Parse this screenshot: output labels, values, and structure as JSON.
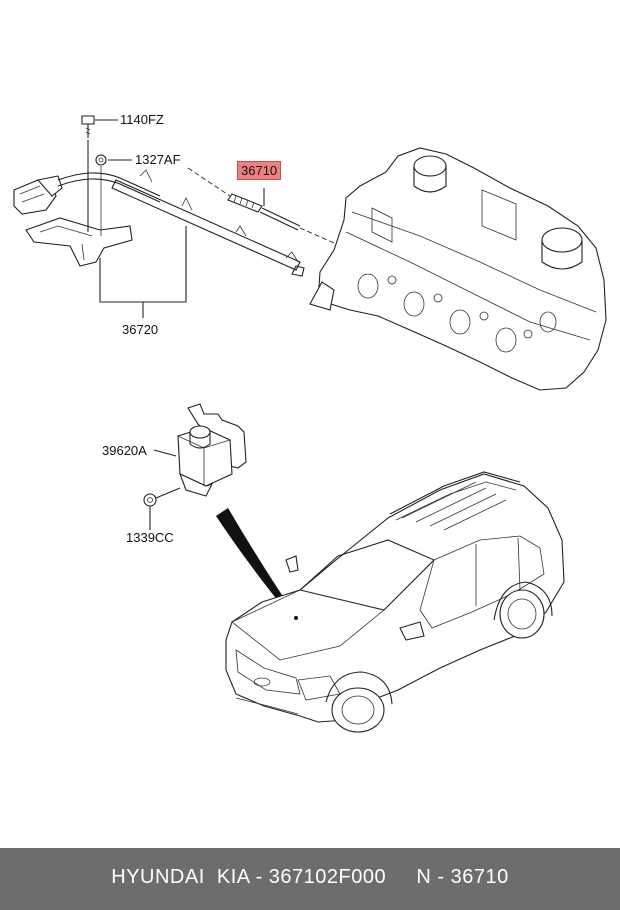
{
  "callouts": {
    "bolt": "1140FZ",
    "nut_top": "1327AF",
    "glow_plug": "36710",
    "harness": "36720",
    "controller": "39620A",
    "nut_bottom": "1339CC"
  },
  "footer": {
    "text": "HYUNDAI  KIA - 367102F000     N - 36710"
  },
  "colors": {
    "highlight": "#f08080",
    "footer_bg": "#6d6d6d",
    "footer_text": "#ffffff"
  }
}
